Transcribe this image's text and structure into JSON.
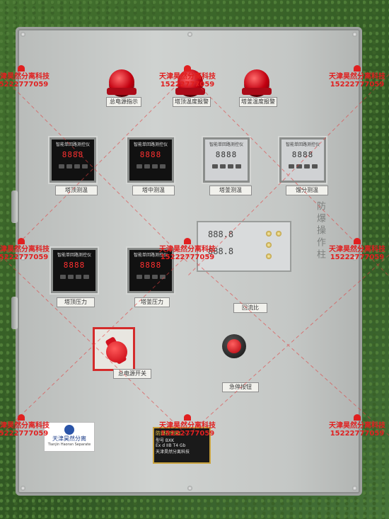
{
  "lamps": [
    {
      "label": "总电源指示"
    },
    {
      "label": "塔顶温度报警"
    },
    {
      "label": "塔釜温度报警"
    }
  ],
  "meters_row1": [
    {
      "header": "智能单回路测控仪",
      "reading": "8888",
      "label": "塔顶测温"
    },
    {
      "header": "智能单回路测控仪",
      "reading": "8888",
      "label": "塔中测温"
    },
    {
      "header": "智能单回路测控仪",
      "reading": "8888",
      "label": "塔釜测温"
    },
    {
      "header": "智能单回路测控仪",
      "reading": "8888",
      "label": "馏分测温"
    }
  ],
  "meters_row2": [
    {
      "header": "智能单回路测控仪",
      "reading": "8888",
      "label": "塔顶压力"
    },
    {
      "header": "智能单回路测控仪",
      "reading": "8888",
      "label": "塔釜压力"
    }
  ],
  "dual_controller": {
    "reading_top": "888.8",
    "reading_bottom": "888.8",
    "label": "回流比"
  },
  "switch_label": "总电源开关",
  "estop_label": "急停按钮",
  "vertical_text": "防爆操作柱",
  "logo": {
    "cn": "天津昊然分离",
    "en": "Tianjin Haoran Separate"
  },
  "nameplate": {
    "title": "防爆控制箱",
    "line1": "型号 BXK",
    "line2": "Ex d IIB T4 Gb",
    "line3": "天津昊然分离科技"
  },
  "watermark": {
    "company": "天津昊然分离科技",
    "phone": "15222777059"
  },
  "colors": {
    "lamp_red": "#c20010",
    "watermark_red": "#e02020",
    "cabinet_grey": "#c4c7c5"
  }
}
